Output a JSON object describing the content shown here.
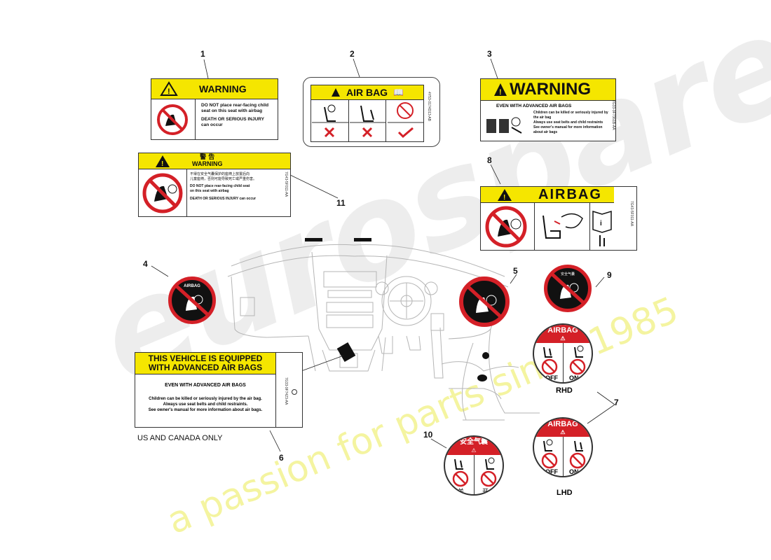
{
  "callouts": {
    "c1": "1",
    "c2": "2",
    "c3": "3",
    "c4": "4",
    "c5": "5",
    "c6": "6",
    "c7": "7",
    "c8": "8",
    "c9": "9",
    "c10": "10",
    "c11": "11"
  },
  "label1": {
    "title": "WARNING",
    "line1": "DO NOT place rear-facing child",
    "line2": "seat on this seat with airbag",
    "line3": "DEATH OR SERIOUS INJURY",
    "line4": "can occur"
  },
  "label2": {
    "title": "AIR BAG",
    "partno": "4Y53-0174D13-AB"
  },
  "label3": {
    "title": "WARNING",
    "subtitle": "EVEN WITH ADVANCED AIR BAGS",
    "b1a": "Children can be killed or seriously injured by",
    "b1b": "the air bag",
    "b2": "Always use seat belts and child restraints",
    "b3a": "See owner's manual for more information",
    "b3b": "about air bags",
    "partno": "7G33-9F7361B-AA"
  },
  "label11": {
    "title_cn": "警 告",
    "title": "WARNING",
    "cn1": "不得在安全气囊保护的座椅上放置后向",
    "cn2": "儿童座椅，否则可能导致死亡或严重伤害。",
    "line1": "DO NOT place rear-facing child seat",
    "line2": "on this seat with airbag",
    "line3": "DEATH OR SERIOUS INJURY can occur",
    "partno": "7G43-5F011-AA"
  },
  "label8": {
    "title": "AIRBAG",
    "partno": "7G43-5F011-AA"
  },
  "label4": {
    "text": "AIRBAG"
  },
  "label9": {
    "text": "安全气囊"
  },
  "label6": {
    "head1": "THIS VEHICLE IS EQUIPPED",
    "head2": "WITH ADVANCED AIR BAGS",
    "sub": "EVEN WITH ADVANCED AIR BAGS",
    "l1": "Children can be killed or seriously injured by the air bag.",
    "l2": "Always use seat belts and child restraints.",
    "l3": "See owner's manual for more information about air bags.",
    "partno": "7G33-9F7423-AA",
    "caption": "US AND CANADA ONLY"
  },
  "label7": {
    "title": "AIRBAG",
    "off": "OFF",
    "on": "ON",
    "rhd": "RHD",
    "lhd": "LHD"
  },
  "label10": {
    "title": "安全气囊",
    "off": "关",
    "on": "开"
  },
  "watermark": {
    "brand": "eurospares",
    "tagline": "a passion for parts since 1985"
  },
  "colors": {
    "yellow": "#f5e600",
    "red": "#d42027",
    "watermark_brand": "#e6e6e6",
    "watermark_tag": "#f3f39a"
  }
}
